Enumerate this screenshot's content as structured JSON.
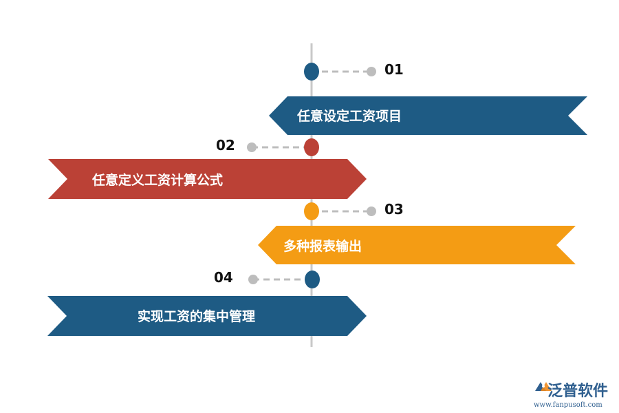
{
  "steps": [
    {
      "number": "01",
      "label": "任意设定工资项目",
      "color": "#1e5b84"
    },
    {
      "number": "02",
      "label": "任意定义工资计算公式",
      "color": "#bb4136"
    },
    {
      "number": "03",
      "label": "多种报表输出",
      "color": "#f49c14"
    },
    {
      "number": "04",
      "label": "实现工资的集中管理",
      "color": "#1e5b84"
    }
  ],
  "colors": {
    "timeline": "#c8c8c8",
    "connector": "#bdbdbd",
    "logo_blue": "#2f5f8f",
    "logo_orange": "#f08a1c"
  },
  "logo": {
    "name": "泛普软件",
    "url": "www.fanpusoft.com"
  }
}
